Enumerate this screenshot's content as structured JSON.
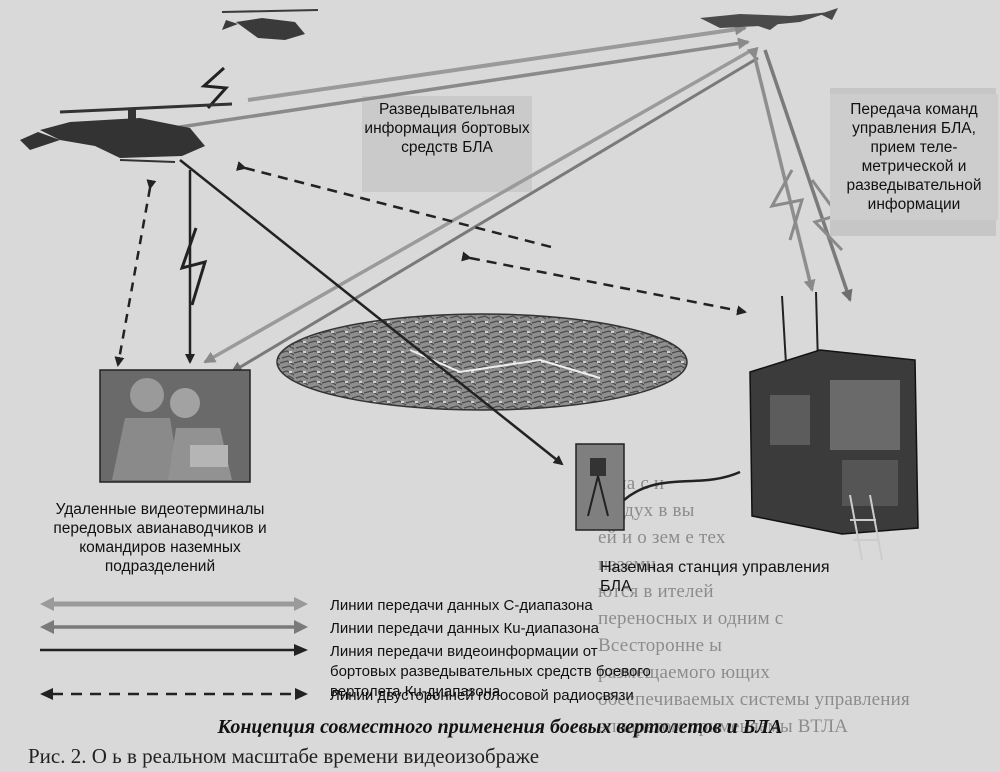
{
  "labels": {
    "uav_info": "Разведывательная информация бортовых средств БЛА",
    "commands": "Передача команд управления БЛА, прием теле-метрической и разведывательной информации",
    "terminals": "Удаленные видеотерминалы передовых авианаводчиков и командиров наземных подразделений",
    "station": "Наземная станция управления БЛА"
  },
  "legend": [
    {
      "style": "c-band",
      "text": "Линии передачи данных С-диапазона"
    },
    {
      "style": "ku-band",
      "text": "Линии передачи данных Кu-диапазона"
    },
    {
      "style": "video",
      "text": "Линия передачи видеоинформации от бортовых разведывательных средств боевого вертолета Кu-диапазона"
    },
    {
      "style": "voice",
      "text": "Линии двусторонней голосовой радиосвязи"
    }
  ],
  "caption": "Концепция совместного применения боевых вертолетов и БЛА",
  "background_text": [
    "чена                       с     и",
    "воздух         в         вы",
    "ей и о          зем       е тех",
    "наземн",
    "ются в               ителей",
    "переносных и одним               с",
    "   Всесторонне                           ы",
    "размещаемого          ющих",
    "обеспечиваемых         системы управления",
    "аппаратом применяемы ВТЛА"
  ],
  "bottom_text": "Рис. 2. О                     ь в реальном масштабе времени видеоизображе",
  "colors": {
    "c_band": "#9a9a9a",
    "ku_band": "#7a7a7a",
    "video": "#222222",
    "voice": "#222222"
  }
}
